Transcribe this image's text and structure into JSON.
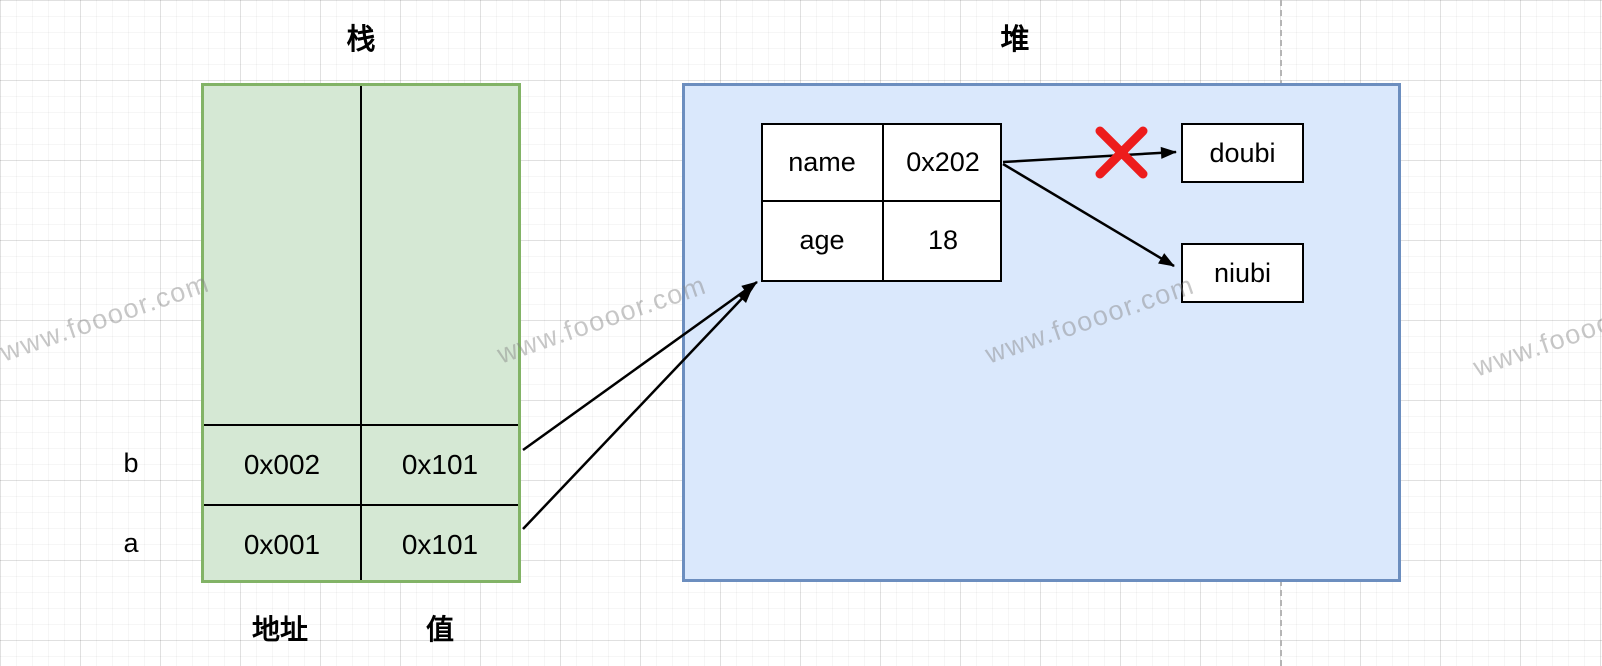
{
  "diagram": {
    "stack": {
      "title": "栈",
      "rows": [
        {
          "name": "b",
          "address": "0x002",
          "value": "0x101"
        },
        {
          "name": "a",
          "address": "0x001",
          "value": "0x101"
        }
      ],
      "footer": {
        "address_label": "地址",
        "value_label": "值"
      },
      "colors": {
        "fill": "#d5e8d4",
        "border": "#82b366"
      }
    },
    "heap": {
      "title": "堆",
      "object_table": {
        "rows": [
          {
            "key": "name",
            "value": "0x202"
          },
          {
            "key": "age",
            "value": "18"
          }
        ]
      },
      "boxes": [
        {
          "label": "doubi",
          "crossed_out": true
        },
        {
          "label": "niubi",
          "crossed_out": false
        }
      ],
      "colors": {
        "fill": "#dae8fc",
        "border": "#6c8ebf"
      }
    },
    "cross_icon_color": "#ed1c1c",
    "arrow_color": "#000000",
    "watermark": {
      "text": "www.foooor.com"
    }
  }
}
